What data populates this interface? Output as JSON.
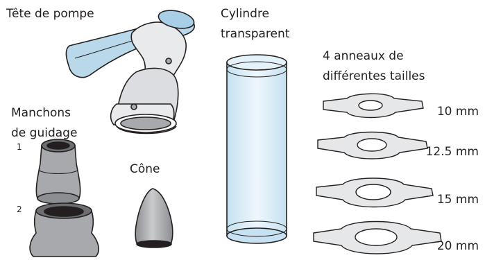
{
  "labels": {
    "pump_head": "Tête de pompe",
    "cylinder_line1": "Cylindre",
    "cylinder_line2": "transparent",
    "rings_line1": "4 anneaux de",
    "rings_line2": "différentes tailles",
    "sleeves_line1": "Manchons",
    "sleeves_line2": "de guidage",
    "cone": "Cône"
  },
  "sleeves": [
    {
      "number": "1"
    },
    {
      "number": "2"
    }
  ],
  "rings": [
    {
      "size": "10 mm"
    },
    {
      "size": "12.5 mm"
    },
    {
      "size": "15 mm"
    },
    {
      "size": "20 mm"
    }
  ],
  "colors": {
    "outline": "#231f20",
    "light_gray": "#e6e7e8",
    "mid_gray": "#a7a9ac",
    "blue_tint": "#d9ecf7",
    "blue_accent": "#a9cfe6"
  }
}
